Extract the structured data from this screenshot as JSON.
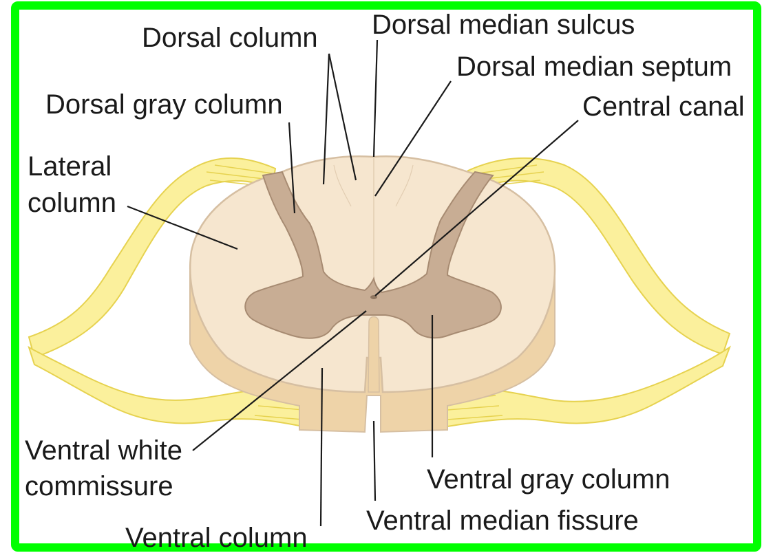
{
  "colors": {
    "border": "#00ff00",
    "background": "#ffffff",
    "white_matter": "#f6e6cf",
    "white_matter_outline": "#d6bfa2",
    "cord_side": "#eed3a8",
    "gray_matter": "#c8ad94",
    "gray_matter_outline": "#a78b72",
    "nerve_root": "#fbf09c",
    "nerve_root_outline": "#e6d24f",
    "label_text": "#1a1a1a"
  },
  "labels": {
    "dorsal_column": "Dorsal column",
    "dorsal_median_sulcus": "Dorsal median sulcus",
    "dorsal_median_septum": "Dorsal median septum",
    "dorsal_gray_column": "Dorsal gray column",
    "central_canal": "Central canal",
    "lateral_column_line1": "Lateral",
    "lateral_column_line2": "column",
    "ventral_white_commissure_line1": "Ventral white",
    "ventral_white_commissure_line2": "commissure",
    "ventral_gray_column": "Ventral gray column",
    "ventral_median_fissure": "Ventral median fissure",
    "ventral_column": "Ventral column"
  }
}
